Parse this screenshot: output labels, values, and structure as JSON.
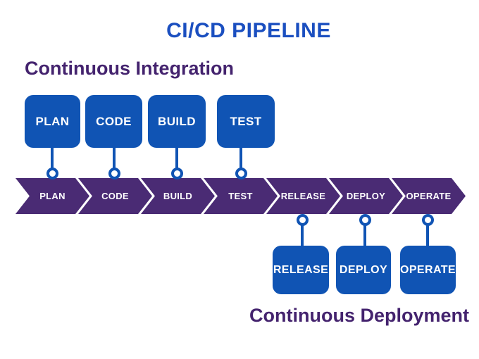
{
  "title": "CI/CD PIPELINE",
  "headings": {
    "ci": "Continuous Integration",
    "cd": "Continuous Deployment"
  },
  "stages": [
    {
      "name": "PLAN",
      "phase": "continuous-integration"
    },
    {
      "name": "CODE",
      "phase": "continuous-integration"
    },
    {
      "name": "BUILD",
      "phase": "continuous-integration"
    },
    {
      "name": "TEST",
      "phase": "continuous-integration"
    },
    {
      "name": "RELEASE",
      "phase": "continuous-deployment"
    },
    {
      "name": "DEPLOY",
      "phase": "continuous-deployment"
    },
    {
      "name": "OPERATE",
      "phase": "continuous-deployment"
    }
  ],
  "colors": {
    "card_blue": "#1054b4",
    "title_blue": "#1b4fc0",
    "chevron_purple": "#4a2b74",
    "heading_purple": "#44236e",
    "background": "#ffffff",
    "label_white": "#ffffff"
  }
}
